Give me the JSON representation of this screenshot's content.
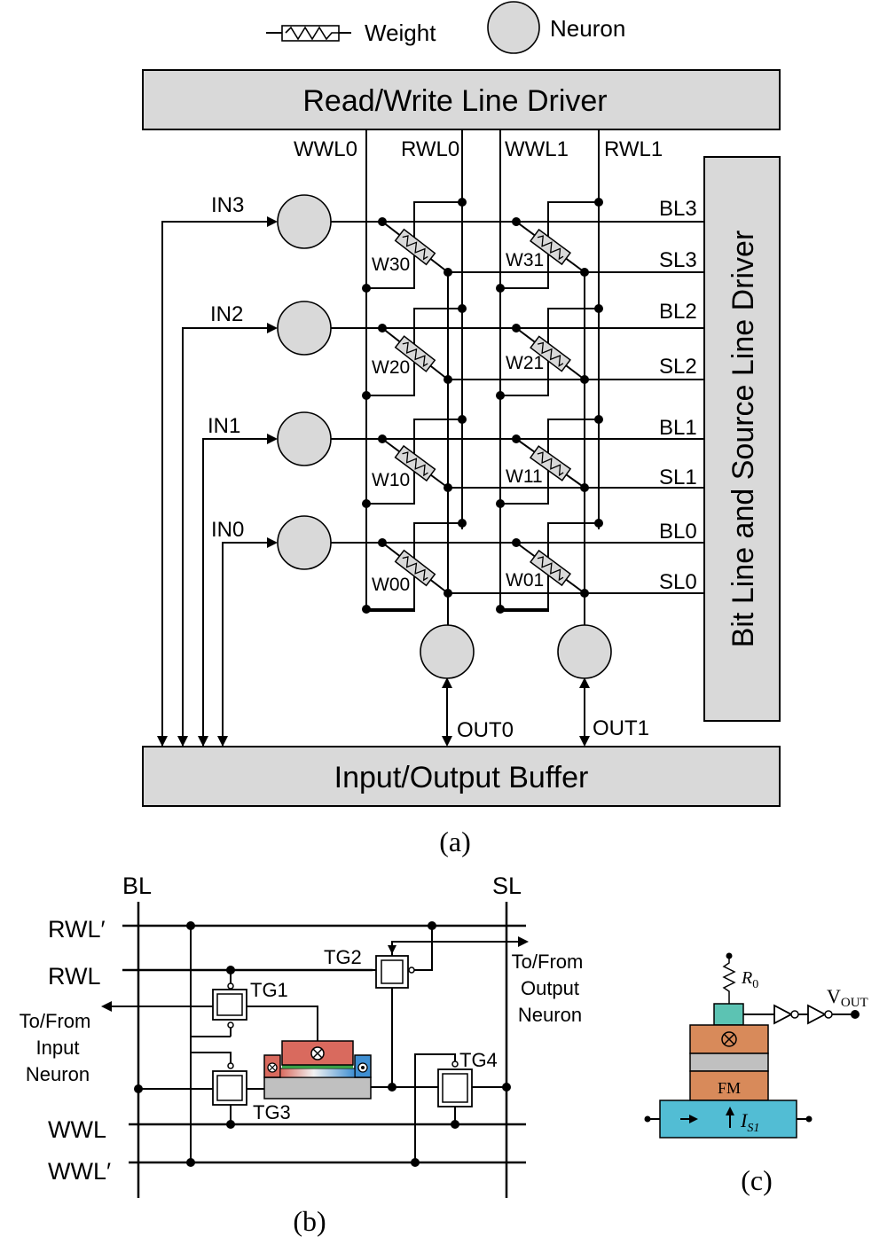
{
  "legend": {
    "weight_label": "Weight",
    "neuron_label": "Neuron"
  },
  "panel_a": {
    "caption": "(a)",
    "top_driver": "Read/Write Line Driver",
    "side_driver": "Bit Line and Source Line Driver",
    "bottom_buffer": "Input/Output Buffer",
    "word_lines": [
      "WWL0",
      "RWL0",
      "WWL1",
      "RWL1"
    ],
    "inputs": [
      "IN3",
      "IN2",
      "IN1",
      "IN0"
    ],
    "bit_lines": [
      "BL3",
      "BL2",
      "BL1",
      "BL0"
    ],
    "source_lines": [
      "SL3",
      "SL2",
      "SL1",
      "SL0"
    ],
    "weights": [
      [
        "W30",
        "W31"
      ],
      [
        "W20",
        "W21"
      ],
      [
        "W10",
        "W11"
      ],
      [
        "W00",
        "W01"
      ]
    ],
    "outputs": [
      "OUT0",
      "OUT1"
    ]
  },
  "panel_b": {
    "caption": "(b)",
    "bl": "BL",
    "sl": "SL",
    "rwl_prime": "RWL′",
    "rwl": "RWL",
    "wwl": "WWL",
    "wwl_prime": "WWL′",
    "tg1": "TG1",
    "tg2": "TG2",
    "tg3": "TG3",
    "tg4": "TG4",
    "input_neuron": [
      "To/From",
      "Input",
      "Neuron"
    ],
    "output_neuron": [
      "To/From",
      "Output",
      "Neuron"
    ]
  },
  "panel_c": {
    "caption": "(c)",
    "r0": "R",
    "r0_sub": "0",
    "vout": "V",
    "vout_sub": "OUT",
    "fm": "FM",
    "is1": "I",
    "is1_sub": "S1"
  },
  "colors": {
    "box_fill": "#d9d9d9",
    "mtj_red": "#d96a5e",
    "mtj_blue": "#3f8fd2",
    "mtj_green": "#3aa047",
    "copper": "#d88a5a",
    "teal": "#5cc3b3",
    "cyan": "#52bdd4"
  }
}
